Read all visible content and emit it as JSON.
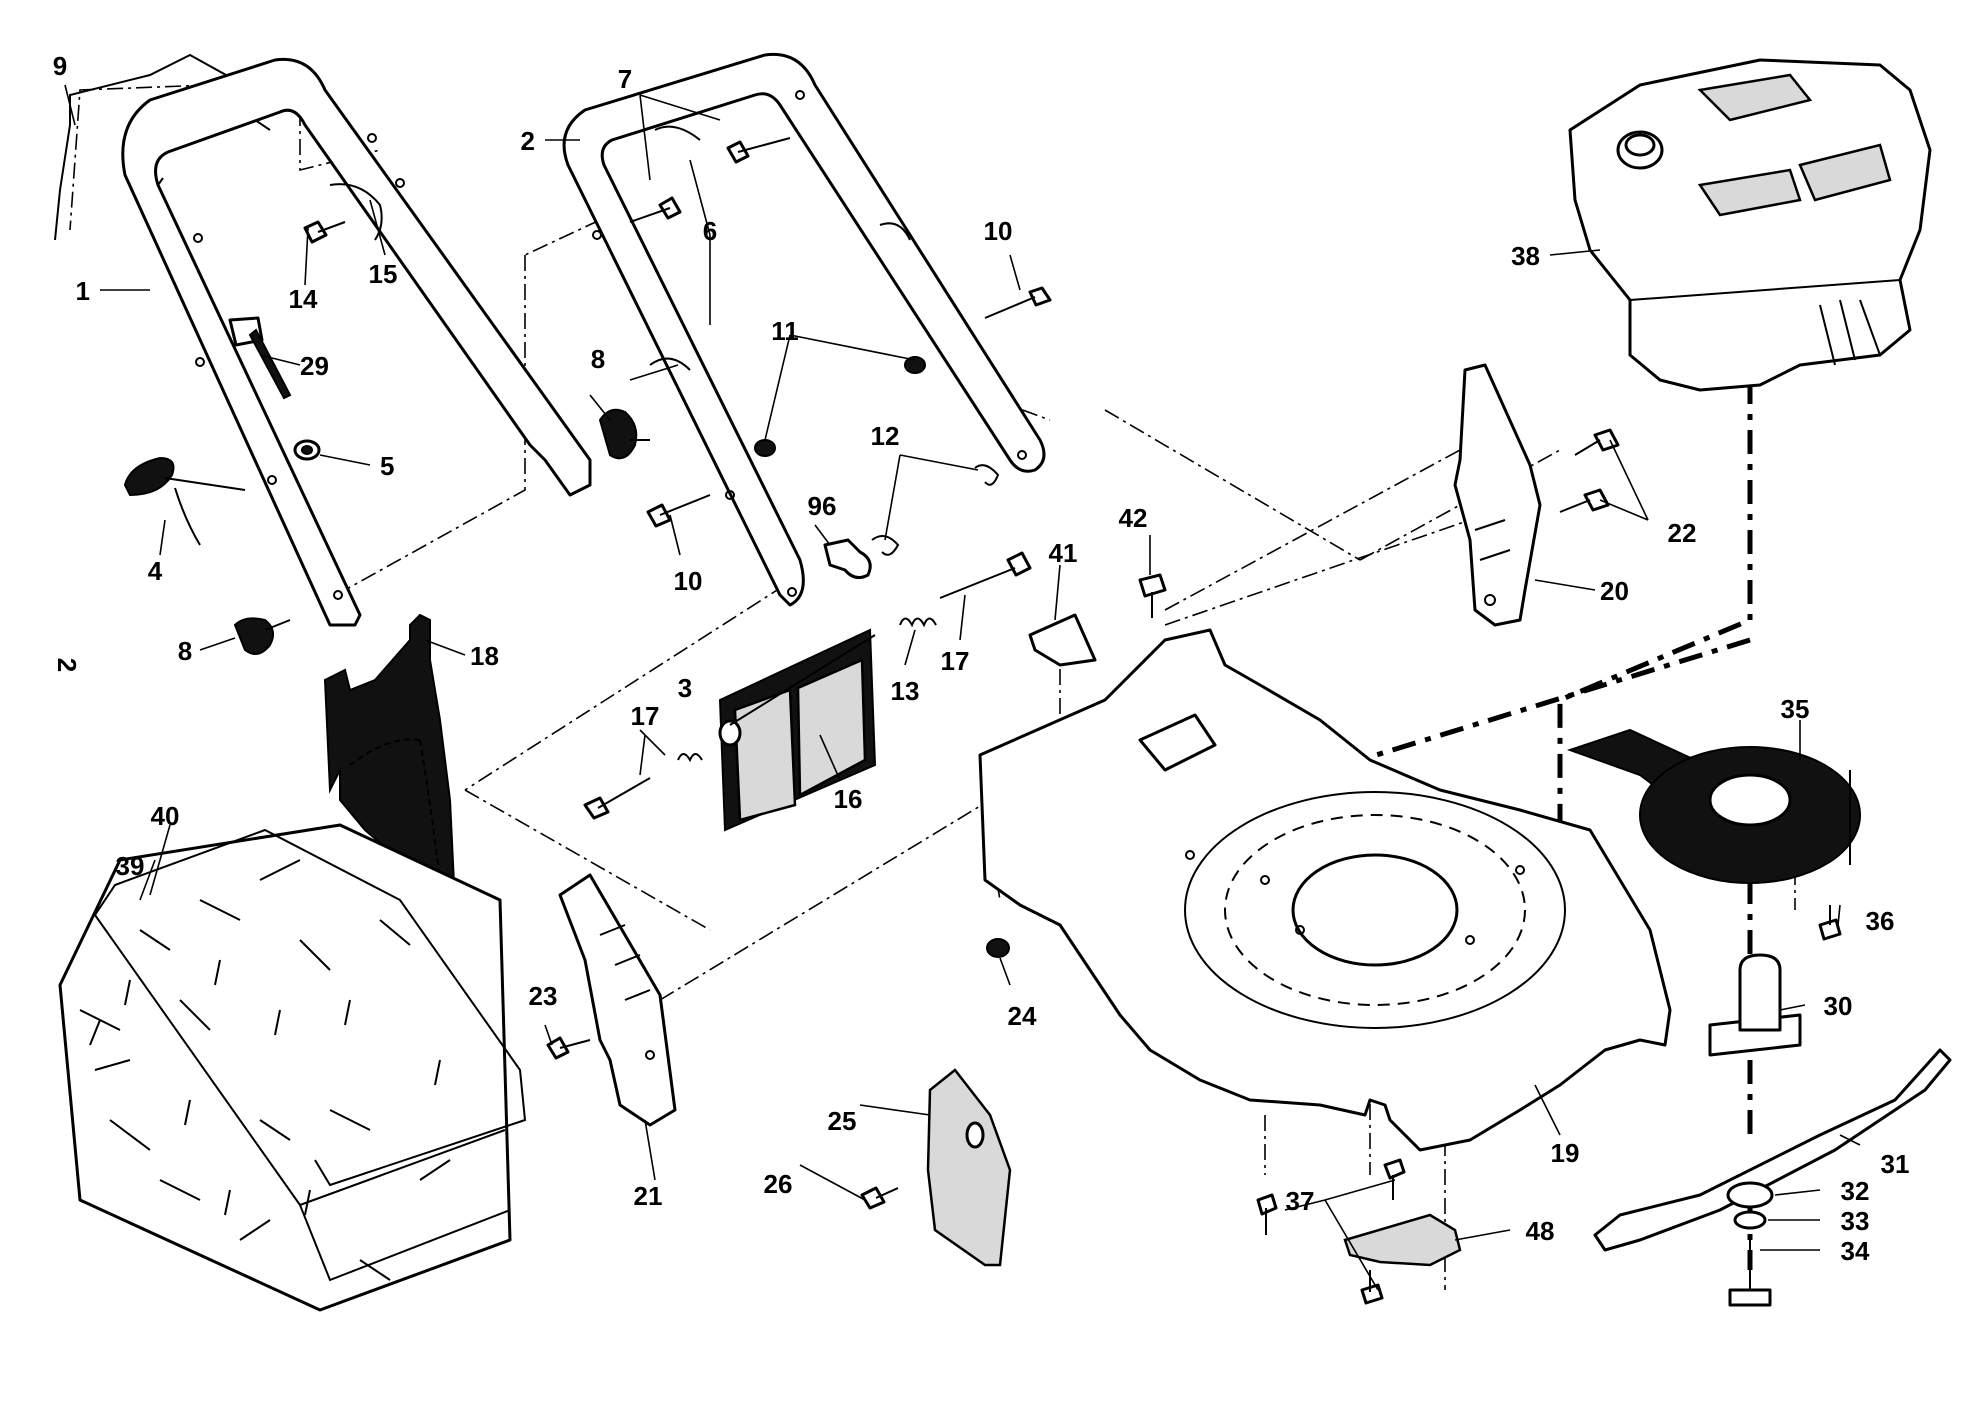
{
  "diagram": {
    "page_marker": "2",
    "callouts": {
      "c1": "1",
      "c2": "2",
      "c3": "3",
      "c4": "4",
      "c5": "5",
      "c6": "6",
      "c7": "7",
      "c8a": "8",
      "c8b": "8",
      "c9": "9",
      "c10a": "10",
      "c10b": "10",
      "c11": "11",
      "c12": "12",
      "c13": "13",
      "c14": "14",
      "c15": "15",
      "c16": "16",
      "c17a": "17",
      "c17b": "17",
      "c18": "18",
      "c19": "19",
      "c20": "20",
      "c21": "21",
      "c22": "22",
      "c23": "23",
      "c24": "24",
      "c25": "25",
      "c26": "26",
      "c29": "29",
      "c30": "30",
      "c31": "31",
      "c32": "32",
      "c33": "33",
      "c34": "34",
      "c35": "35",
      "c36": "36",
      "c37": "37",
      "c38": "38",
      "c39": "39",
      "c40": "40",
      "c41": "41",
      "c42": "42",
      "c48": "48",
      "c96": "96"
    }
  }
}
